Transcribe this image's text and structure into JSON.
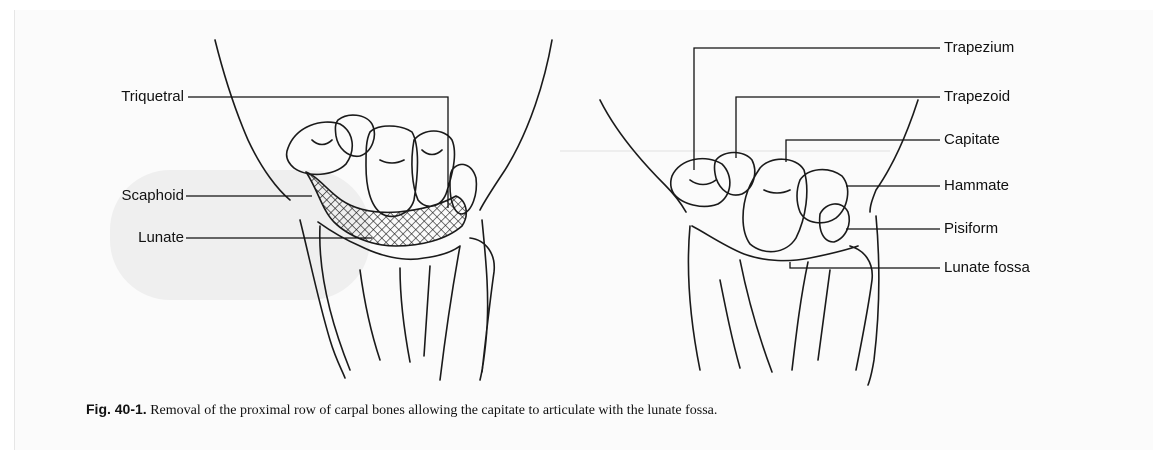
{
  "figure": {
    "left_labels": [
      "Triquetral",
      "Scaphoid",
      "Lunate"
    ],
    "right_labels": [
      "Trapezium",
      "Trapezoid",
      "Capitate",
      "Hammate",
      "Pisiform",
      "Lunate fossa"
    ],
    "caption_label": "Fig. 40-1.",
    "caption_text": "Removal of the proximal row of carpal bones allowing the capitate to articulate with the lunate fossa."
  },
  "ink_color": "#1a1a1a",
  "background_color": "#ffffff"
}
